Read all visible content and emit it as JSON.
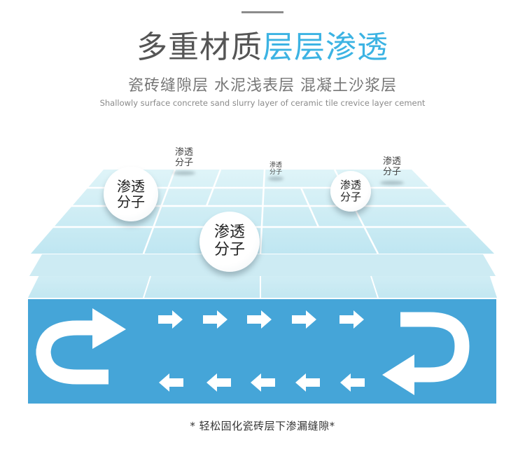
{
  "header": {
    "title_dark": "多重材质",
    "title_blue": "层层渗透",
    "subtitle": "瓷砖缝隙层 水泥浅表层 混凝土沙浆层",
    "english": "Shallowly surface concrete sand slurry layer of ceramic tile crevice layer cement"
  },
  "molecules": [
    {
      "label": "渗透\n分子"
    },
    {
      "label": "渗透\n分子"
    },
    {
      "label": "渗透\n分子"
    },
    {
      "label": "渗透\n分子"
    },
    {
      "label": "渗透\n分子"
    },
    {
      "label": "渗透\n分子"
    }
  ],
  "colors": {
    "accent_blue": "#3cb3e3",
    "panel_blue": "#45a5d8",
    "tile_light": "#c9ecf4",
    "arrow": "#ffffff"
  },
  "icons": {
    "flow_arrow": "arrow-right-icon / arrow-left-icon",
    "loop": "u-turn-arrow-icon"
  },
  "footer": {
    "note": "* 轻松固化瓷砖层下渗漏缝隙*"
  }
}
